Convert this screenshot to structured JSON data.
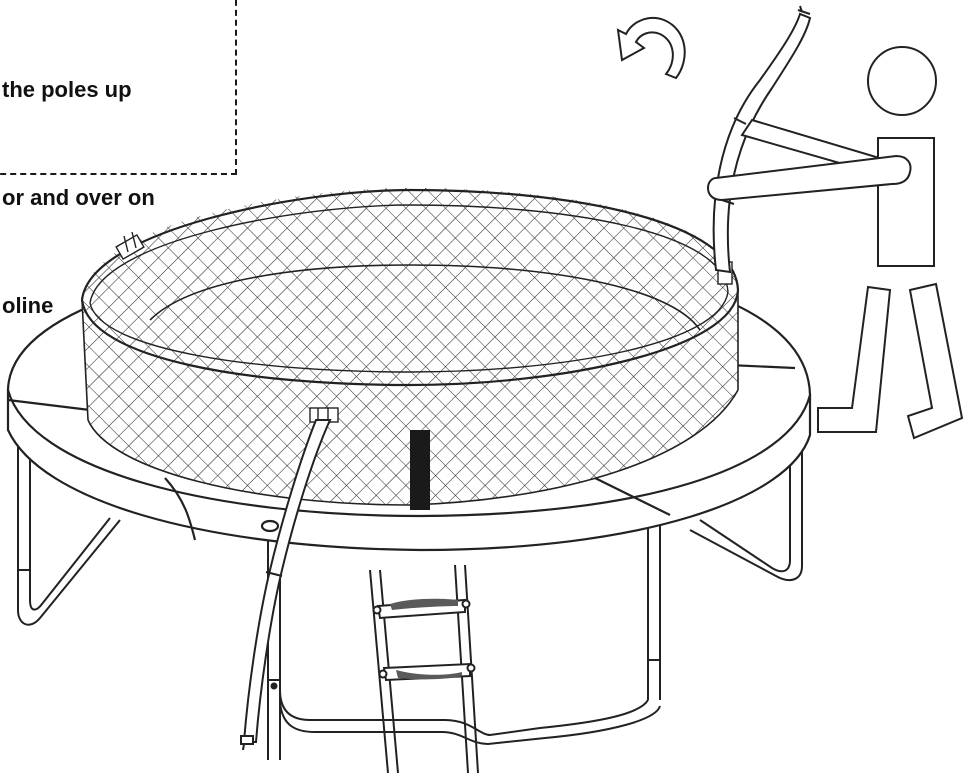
{
  "instruction": {
    "lines": [
      "the poles up",
      "or and over on",
      "oline"
    ]
  },
  "colors": {
    "stroke": "#222222",
    "mesh": "#2a2a2a",
    "strap": "#1a1a1a",
    "ladder_step": "#5a5a5a",
    "background": "#ffffff"
  },
  "icons": {
    "rotation_arrow": "counterclockwise-arrow-icon"
  }
}
